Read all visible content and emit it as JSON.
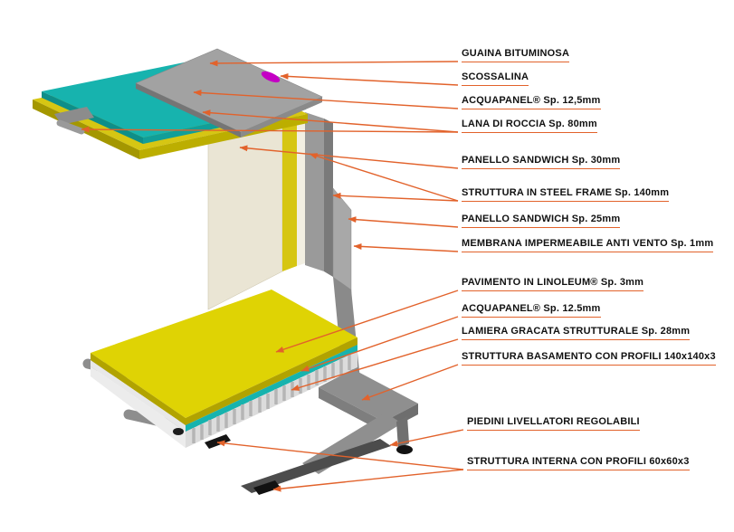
{
  "figure": {
    "labels": [
      {
        "id": "guaina-bituminosa",
        "text": "GUAINA BITUMINOSA"
      },
      {
        "id": "scossalina",
        "text": "SCOSSALINA"
      },
      {
        "id": "acquapanel-parete",
        "text": "ACQUAPANEL®  Sp. 12,5mm"
      },
      {
        "id": "lana-di-roccia",
        "text": "LANA DI ROCCIA  Sp. 80mm"
      },
      {
        "id": "panello-sandwich-30",
        "text": "PANELLO  SANDWICH Sp. 30mm"
      },
      {
        "id": "struttura-steel-frame",
        "text": "STRUTTURA IN STEEL FRAME  Sp. 140mm"
      },
      {
        "id": "panello-sandwich-25",
        "text": "PANELLO  SANDWICH Sp. 25mm"
      },
      {
        "id": "membrana-impermeabile",
        "text": "MEMBRANA IMPERMEABILE ANTI VENTO  Sp. 1mm"
      },
      {
        "id": "pavimento-linoleum",
        "text": "PAVIMENTO IN LINOLEUM® Sp. 3mm"
      },
      {
        "id": "acquapanel-pavimento",
        "text": "ACQUAPANEL®  Sp. 12.5mm"
      },
      {
        "id": "lamiera-gracata",
        "text": "LAMIERA GRACATA STRUTTURALE Sp. 28mm"
      },
      {
        "id": "struttura-basamento",
        "text": "STRUTTURA BASAMENTO CON PROFILI 140x140x3"
      },
      {
        "id": "piedini-livellatori",
        "text": "PIEDINI LIVELLATORI REGOLABILI"
      },
      {
        "id": "struttura-interna",
        "text": "STRUTTURA INTERNA CON PROFILI 60x60x3"
      }
    ]
  },
  "colors": {
    "arrow": "#e2622b",
    "label_text": "#111111",
    "roof_slab": "#a2a2a2",
    "flashing": "#17b3ae",
    "insulation": "#d6c613",
    "wall_panel": "#eae5d4",
    "steel": "#9a9a9a",
    "floor_top": "#dfd304",
    "deck": "#dcdcdc",
    "base_beam": "#8f8f8f",
    "feet": "#121212",
    "highlight": "#c400c4"
  }
}
